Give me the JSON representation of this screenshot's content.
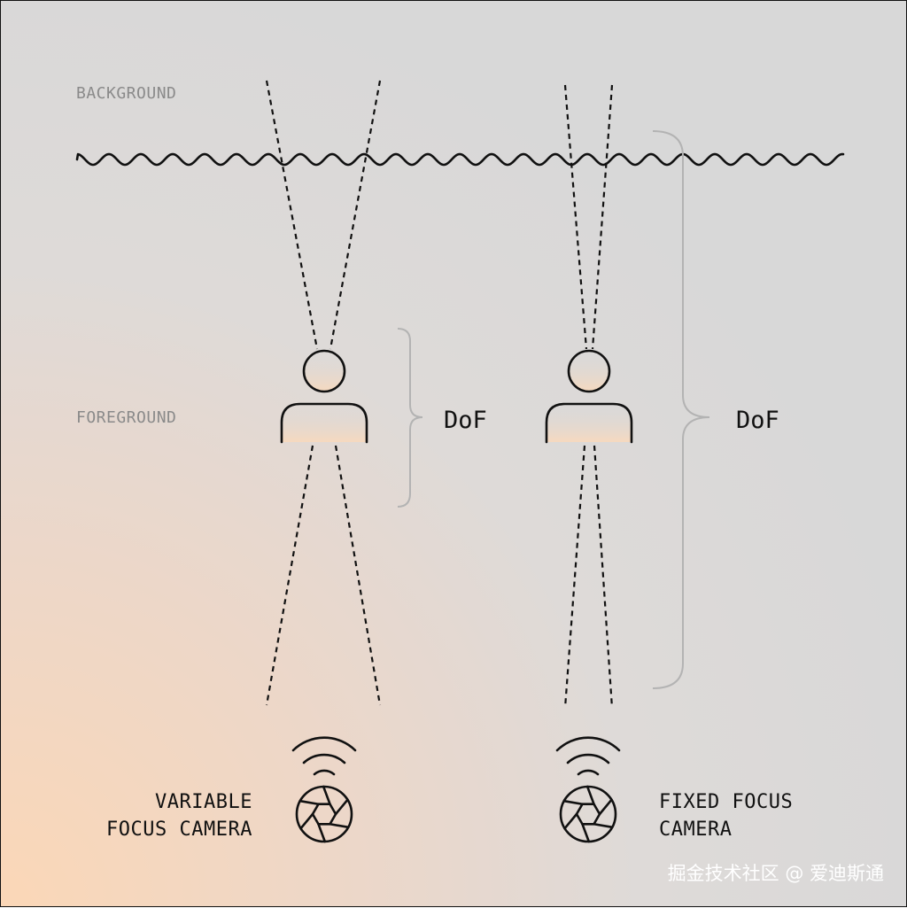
{
  "labels": {
    "background": "BACKGROUND",
    "foreground": "FOREGROUND"
  },
  "cameras": [
    {
      "label_lines": [
        "VARIABLE",
        "FOCUS CAMERA"
      ],
      "dof_label": "DoF"
    },
    {
      "label_lines": [
        "FIXED FOCUS",
        "CAMERA"
      ],
      "dof_label": "DoF"
    }
  ],
  "watermark": "掘金技术社区 @ 爱迪斯通",
  "colors": {
    "background": "#d8d8d8",
    "gradient_corner": "#fbd7b7",
    "ink": "#111111",
    "muted_text": "#8a8a8a",
    "bracket": "#b3b3b3",
    "person_fill": "#f6d9bf"
  }
}
